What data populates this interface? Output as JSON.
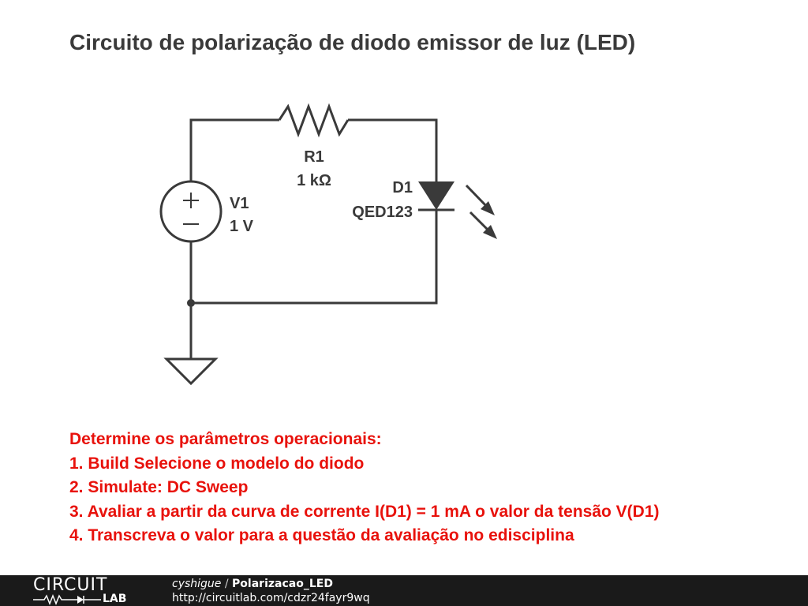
{
  "title": "Circuito de polarização de diodo emissor de luz (LED)",
  "components": {
    "resistor": {
      "ref": "R1",
      "value": "1 kΩ"
    },
    "source": {
      "ref": "V1",
      "value": "1 V"
    },
    "diode": {
      "ref": "D1",
      "model": "QED123"
    }
  },
  "instructions": {
    "heading": "Determine os parâmetros operacionais:",
    "steps": [
      "1. Build Selecione o modelo do diodo",
      "2. Simulate: DC Sweep",
      "3. Avaliar a partir da curva de corrente I(D1) = 1 mA o valor da tensão V(D1)",
      "4. Transcreva o valor para a questão da avaliação no edisciplina"
    ]
  },
  "footer": {
    "logo_top": "CIRCUIT",
    "logo_bottom": "LAB",
    "author": "cyshigue",
    "separator": " / ",
    "project": "Polarizacao_LED",
    "url": "http://circuitlab.com/cdzr24fayr9wq"
  },
  "colors": {
    "wire": "#3a3a3a",
    "instruction_text": "#e8120c",
    "footer_bg": "#1a1a1a"
  }
}
